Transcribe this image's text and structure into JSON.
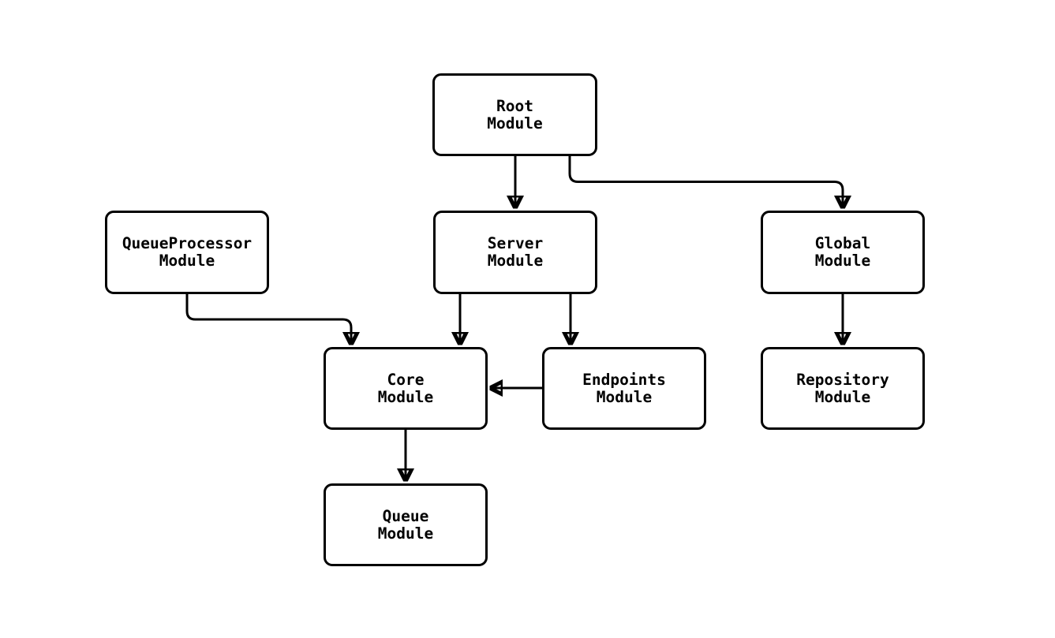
{
  "page": {
    "background_color": "#ffffff",
    "stroke_color": "#000000",
    "node_fill_color": "#ffffff",
    "text_color": "#000000"
  },
  "diagram": {
    "type": "module-dependency-flowchart",
    "nodes": [
      {
        "id": "root",
        "label": "Root\nModule"
      },
      {
        "id": "queueprocessor",
        "label": "QueueProcessor\nModule"
      },
      {
        "id": "server",
        "label": "Server\nModule"
      },
      {
        "id": "global",
        "label": "Global\nModule"
      },
      {
        "id": "core",
        "label": "Core\nModule"
      },
      {
        "id": "endpoints",
        "label": "Endpoints\nModule"
      },
      {
        "id": "repository",
        "label": "Repository\nModule"
      },
      {
        "id": "queue",
        "label": "Queue\nModule"
      }
    ],
    "edges": [
      {
        "from": "Root Module",
        "to": "Server Module"
      },
      {
        "from": "Root Module",
        "to": "Global Module"
      },
      {
        "from": "QueueProcessor Module",
        "to": "Core Module"
      },
      {
        "from": "Server Module",
        "to": "Core Module"
      },
      {
        "from": "Server Module",
        "to": "Endpoints Module"
      },
      {
        "from": "Global Module",
        "to": "Repository Module"
      },
      {
        "from": "Endpoints Module",
        "to": "Core Module"
      },
      {
        "from": "Core Module",
        "to": "Queue Module"
      }
    ]
  }
}
